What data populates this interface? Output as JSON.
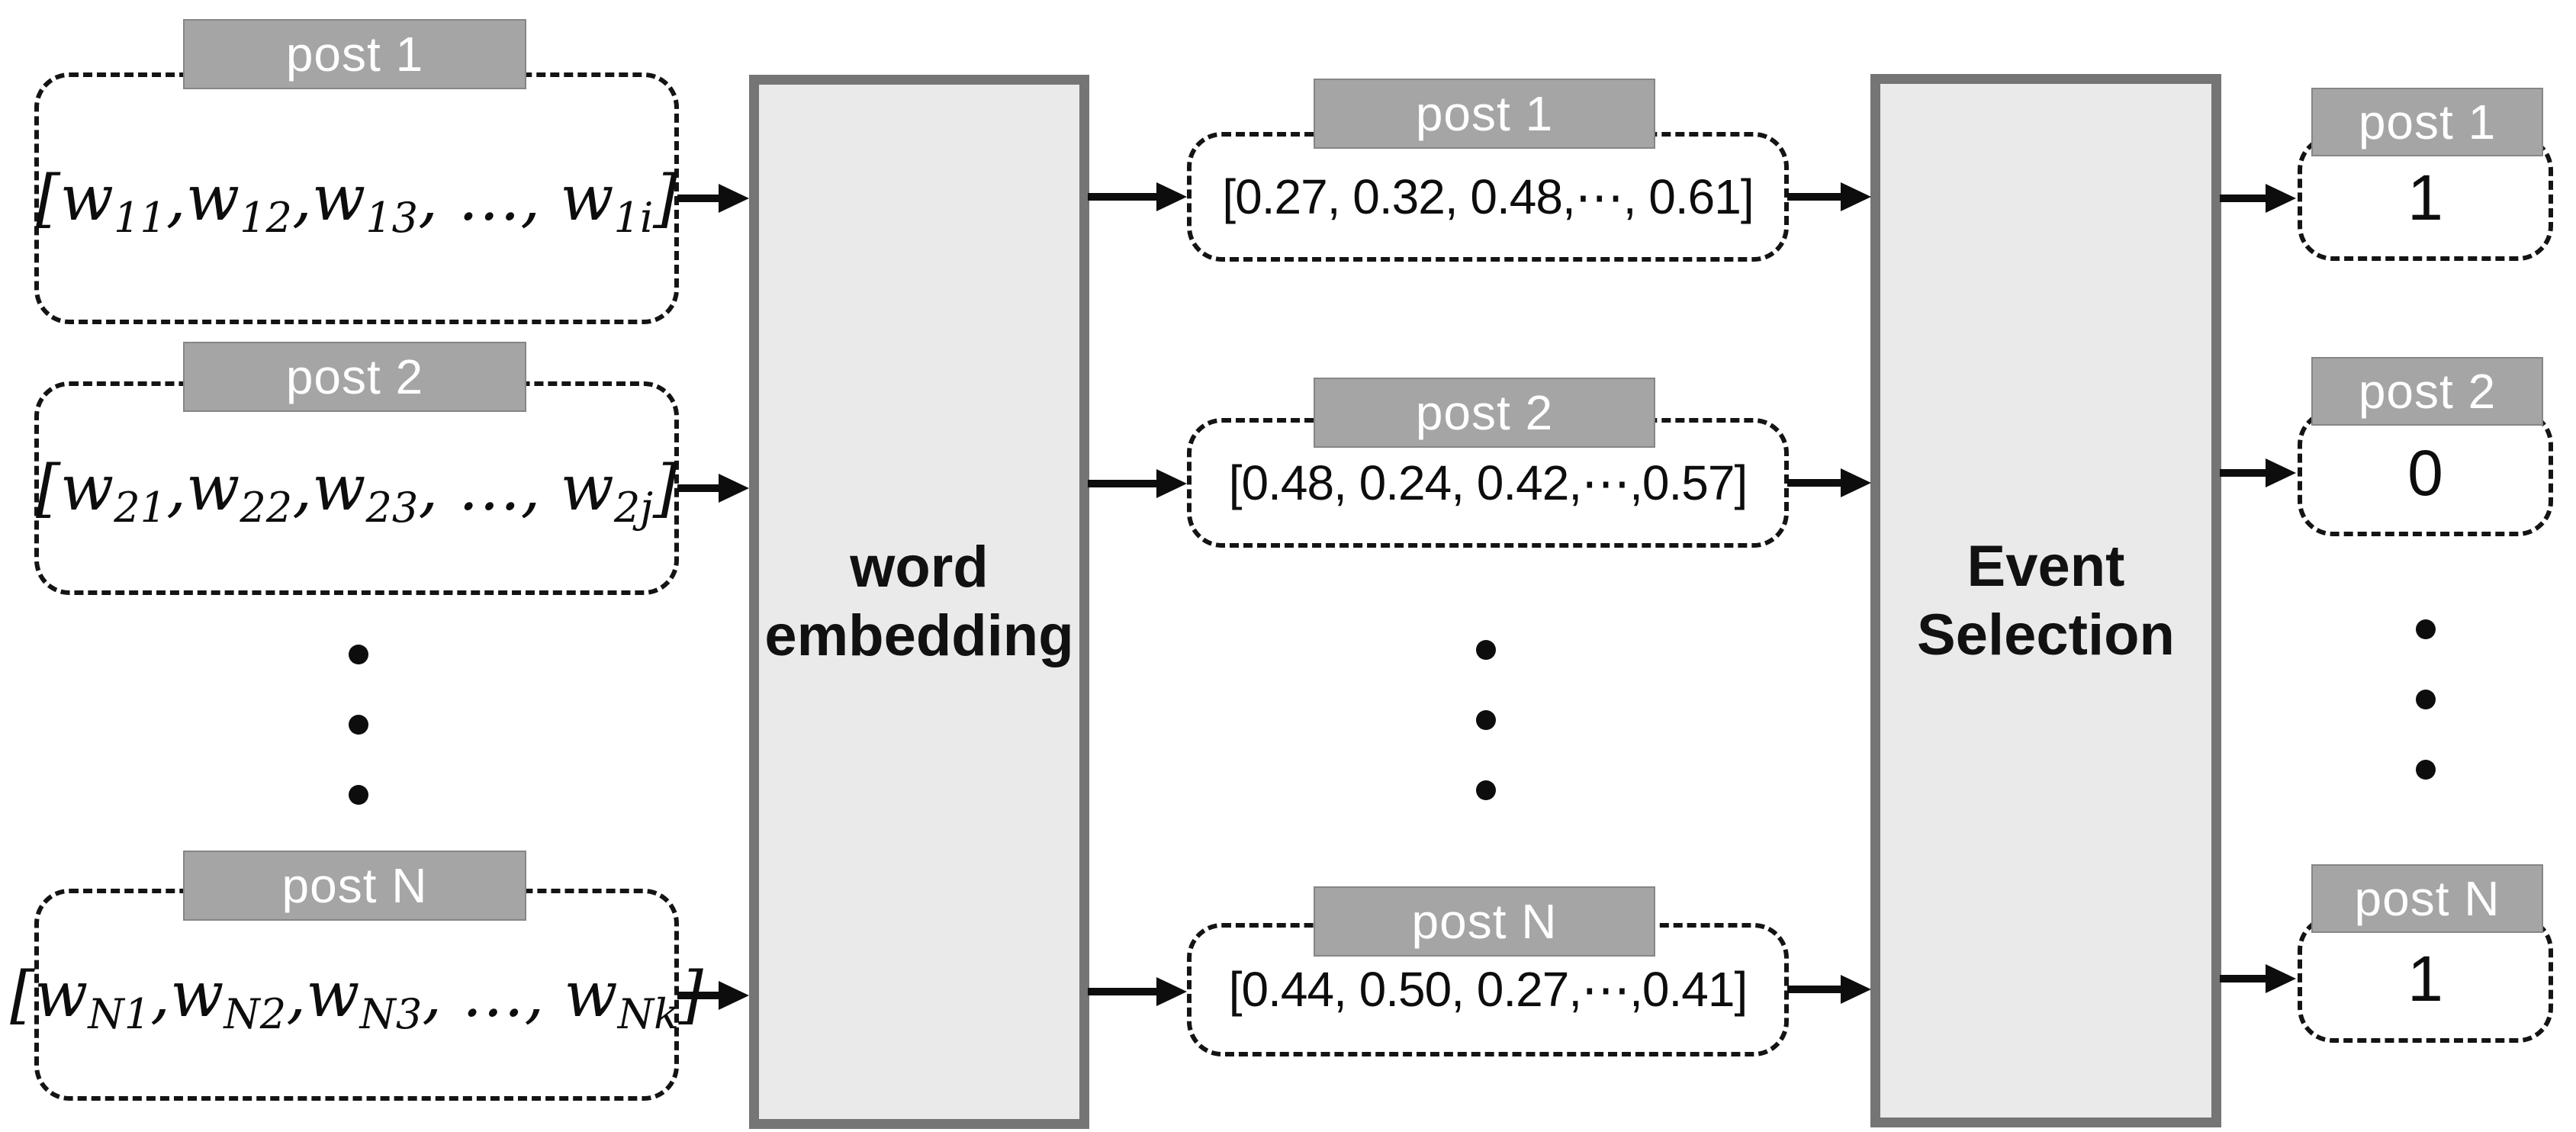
{
  "diagram": {
    "title": "post embedding and event selection pipeline",
    "colors": {
      "bg": "#ffffff",
      "label_bg": "#a5a5a5",
      "label_border": "#868686",
      "label_text": "#ffffff",
      "stage_bg": "#eaeaea",
      "stage_border": "#757575",
      "dash_color": "#141414",
      "ink": "#0d0d0d",
      "arrow": "#0d0d0d"
    },
    "stages": {
      "word_embedding": {
        "line1": "word",
        "line2": "embedding"
      },
      "event_selection": {
        "line1": "Event",
        "line2": "Selection"
      }
    },
    "input_posts": [
      {
        "label": "post 1",
        "formula": [
          {
            "t": "["
          },
          {
            "t": "w",
            "s": "11"
          },
          {
            "t": ","
          },
          {
            "t": "w",
            "s": "12"
          },
          {
            "t": ","
          },
          {
            "t": "w",
            "s": "13"
          },
          {
            "t": ", …, "
          },
          {
            "t": "w",
            "s": "1i"
          },
          {
            "t": "]"
          }
        ]
      },
      {
        "label": "post 2",
        "formula": [
          {
            "t": "["
          },
          {
            "t": "w",
            "s": "21"
          },
          {
            "t": ","
          },
          {
            "t": "w",
            "s": "22"
          },
          {
            "t": ","
          },
          {
            "t": "w",
            "s": "23"
          },
          {
            "t": ", …, "
          },
          {
            "t": "w",
            "s": "2j"
          },
          {
            "t": "]"
          }
        ]
      },
      {
        "label": "post N",
        "formula": [
          {
            "t": "["
          },
          {
            "t": "w",
            "s": "N1"
          },
          {
            "t": ","
          },
          {
            "t": "w",
            "s": "N2"
          },
          {
            "t": ","
          },
          {
            "t": "w",
            "s": "N3"
          },
          {
            "t": ", …, "
          },
          {
            "t": "w",
            "s": "Nk"
          },
          {
            "t": "]"
          }
        ]
      }
    ],
    "embedded_posts": [
      {
        "label": "post 1",
        "vector": "[0.27, 0.32, 0.48,⋯, 0.61]"
      },
      {
        "label": "post 2",
        "vector": "[0.48, 0.24, 0.42,⋯,0.57]"
      },
      {
        "label": "post N",
        "vector": "[0.44, 0.50, 0.27,⋯,0.41]"
      }
    ],
    "selected_posts": [
      {
        "label": "post 1",
        "value": "1"
      },
      {
        "label": "post 2",
        "value": "0"
      },
      {
        "label": "post N",
        "value": "1"
      }
    ]
  }
}
